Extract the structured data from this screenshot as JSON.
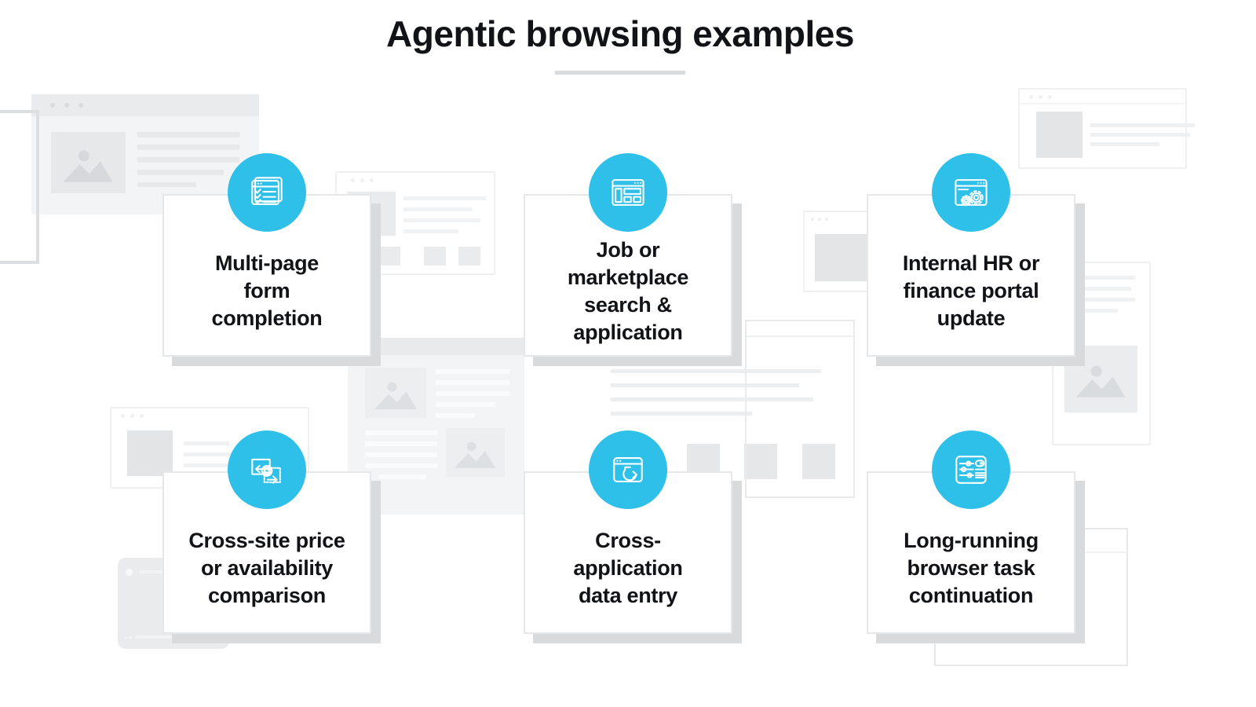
{
  "theme": {
    "accent": "#2EC0E9",
    "ink": "#121316",
    "card_border": "#e6e7e9",
    "card_shadow": "#d8dadb"
  },
  "header": {
    "title": "Agentic browsing examples"
  },
  "cards": [
    {
      "label": "Multi-page\nform\ncompletion",
      "icon": "multi-page-form-icon"
    },
    {
      "label": "Job or\nmarketplace\nsearch &\napplication",
      "icon": "marketplace-layout-icon"
    },
    {
      "label": "Internal HR or\nfinance portal\nupdate",
      "icon": "portal-gears-icon"
    },
    {
      "label": "Cross-site price\nor availability\ncomparison",
      "icon": "cross-site-globe-icon"
    },
    {
      "label": "Cross-\napplication\ndata entry",
      "icon": "sync-arrow-icon"
    },
    {
      "label": "Long-running\nbrowser task\ncontinuation",
      "icon": "task-sliders-icon"
    }
  ]
}
